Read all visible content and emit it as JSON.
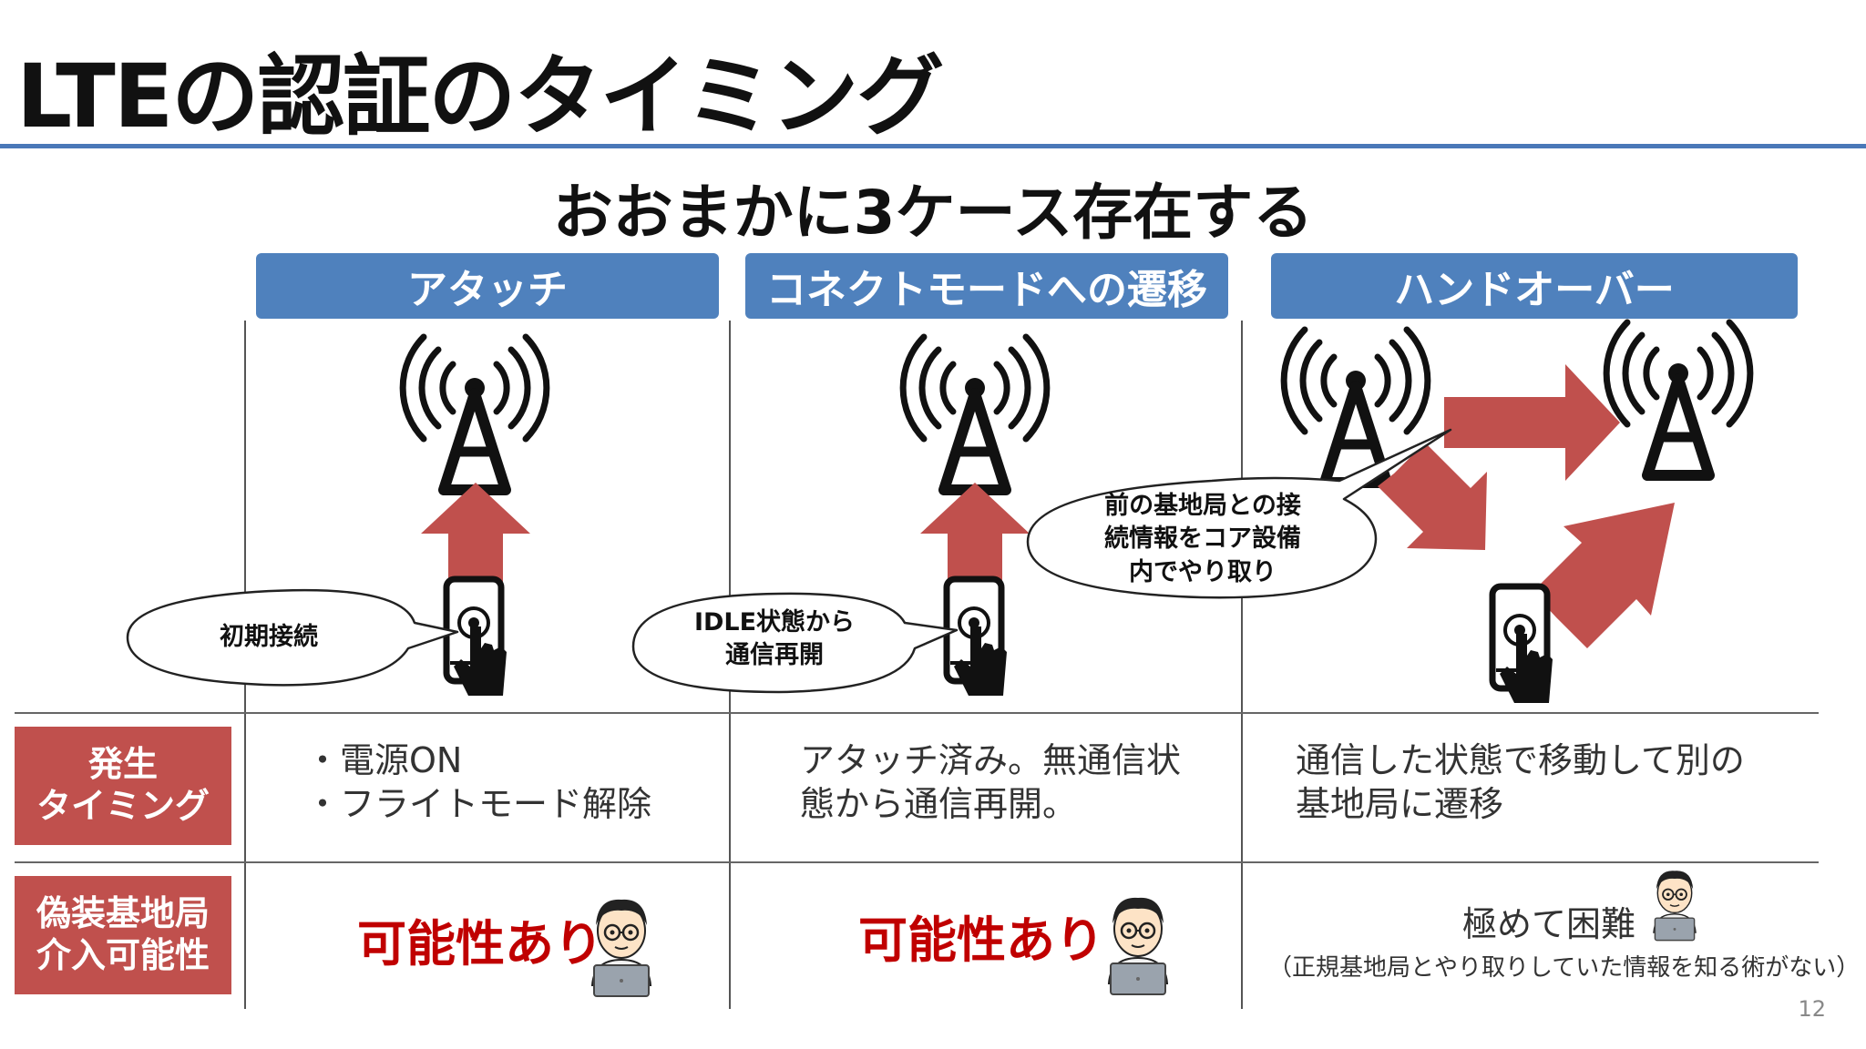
{
  "slide": {
    "title": "LTEの認証のタイミング",
    "subtitle": "おおまかに3ケース存在する",
    "page_number": "12"
  },
  "columns": [
    {
      "header": "アタッチ"
    },
    {
      "header": "コネクトモードへの遷移"
    },
    {
      "header": "ハンドオーバー"
    }
  ],
  "callouts": {
    "initial": "初期接続",
    "idle_line1": "IDLE状態から",
    "idle_line2": "通信再開",
    "handover_line1": "前の基地局との接",
    "handover_line2": "続情報をコア設備",
    "handover_line3": "内でやり取り"
  },
  "rows": {
    "timing": {
      "label_line1": "発生",
      "label_line2": "タイミング",
      "attach_line1": "・電源ON",
      "attach_line2": "・フライトモード解除",
      "connect_line1": "アタッチ済み。無通信状",
      "connect_line2": "態から通信再開。",
      "handover_line1": "通信した状態で移動して別の",
      "handover_line2": "基地局に遷移"
    },
    "fake_bs": {
      "label_line1": "偽装基地局",
      "label_line2": "介入可能性",
      "attach": "可能性あり",
      "connect": "可能性あり",
      "handover": "極めて困難",
      "handover_note": "（正規基地局とやり取りしていた情報を知る術がない）"
    }
  },
  "colors": {
    "header_blue": "#4f81bd",
    "label_red": "#c0504d",
    "arrow_red": "#c0504d",
    "emphasis_red": "#c00000"
  },
  "icons": [
    "antenna-tower-icon",
    "smartphone-tap-icon",
    "person-laptop-icon",
    "arrow-up-icon",
    "arrow-right-icon"
  ]
}
